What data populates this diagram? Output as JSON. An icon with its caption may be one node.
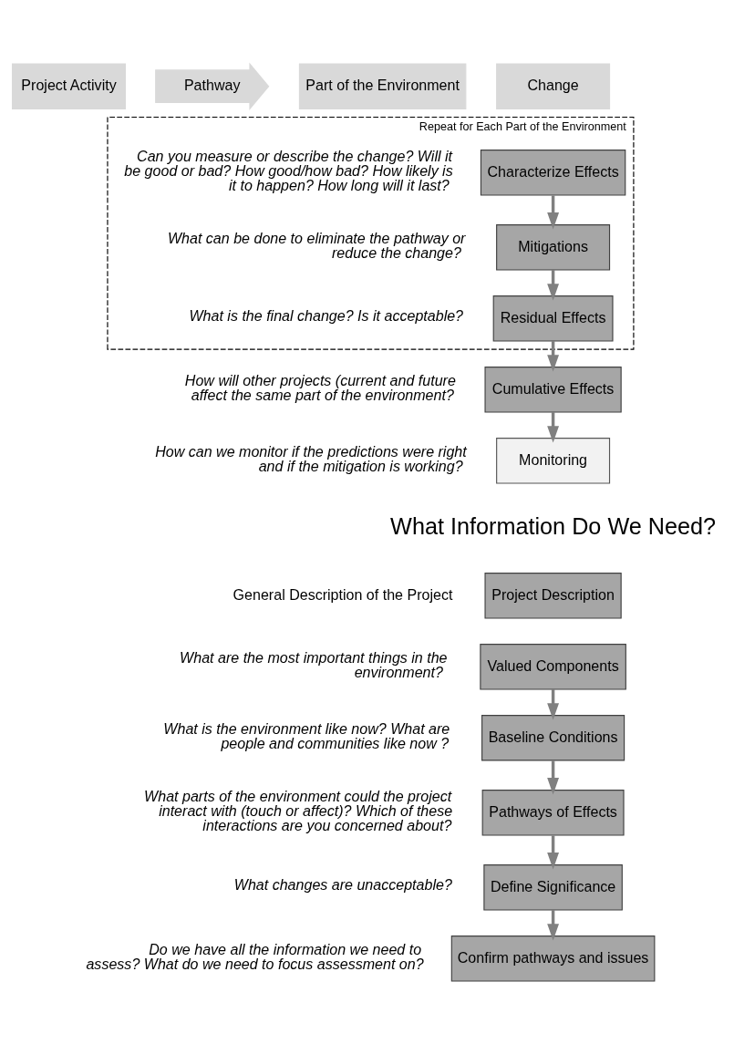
{
  "diagram": {
    "nodes": [
      {
        "text": [
          "Project Activity"
        ]
      },
      {
        "text": [
          "Pathway"
        ]
      },
      {
        "text": [
          "Part of the Environment"
        ]
      },
      {
        "text": [
          "Change"
        ]
      },
      {
        "text": [
          "Repeat for Each Part of the Environment"
        ]
      },
      {
        "text": [
          "Characterize Effects"
        ],
        "in": 4,
        "beside": [
          "Can you measure or describe the change? Will it be good or bad? How good/how bad? How likely is it to happen? How long will it last?"
        ]
      },
      {
        "text": [
          "Mitigations"
        ],
        "in": 4,
        "beside": [
          "What can be done to eliminate the pathway or reduce the change?"
        ]
      },
      {
        "text": [
          "Residual Effects"
        ],
        "in": 4,
        "beside": [
          "What is the final change? Is it acceptable?"
        ]
      },
      {
        "text": [
          "Cumulative Effects"
        ],
        "beside": [
          "How will other projects (current and future affect the same part of the environment?"
        ]
      },
      {
        "text": [
          "Monitoring"
        ],
        "beside": [
          "How can we monitor if the predictions were right and if the mitigation is working?"
        ]
      },
      {
        "text": [
          "Project Description"
        ],
        "beside": [
          "General Description of the Project"
        ]
      },
      {
        "text": [
          "Valued Components"
        ],
        "beside": [
          "What are the most important things in the environment?"
        ]
      },
      {
        "text": [
          "Baseline Conditions"
        ],
        "beside": [
          "What is the environment like now? What are people and communities like now ?"
        ]
      },
      {
        "text": [
          "Pathways of Effects"
        ],
        "beside": [
          "What parts of the environment could the project interact with (touch or affect)? Which of these interactions are you concerned about?"
        ]
      },
      {
        "text": [
          "Define Significance"
        ],
        "beside": [
          "What changes are unacceptable?"
        ]
      },
      {
        "text": [
          "Confirm pathways and issues"
        ],
        "beside": [
          "Do we have all the information we need to assess? What do we need to focus assessment on?"
        ]
      }
    ],
    "edges": [
      {
        "from": 5,
        "to": 6,
        "arrow": "to"
      },
      {
        "from": 6,
        "to": 7,
        "arrow": "to"
      },
      {
        "from": 7,
        "to": 8,
        "arrow": "to"
      },
      {
        "from": 8,
        "to": 9,
        "arrow": "to"
      },
      {
        "from": 11,
        "to": 12,
        "arrow": "to"
      },
      {
        "from": 12,
        "to": 13,
        "arrow": "to"
      },
      {
        "from": 13,
        "to": 14,
        "arrow": "to"
      },
      {
        "from": 14,
        "to": 15,
        "arrow": "to"
      }
    ],
    "labels": [
      "What Information Do We Need?"
    ]
  }
}
